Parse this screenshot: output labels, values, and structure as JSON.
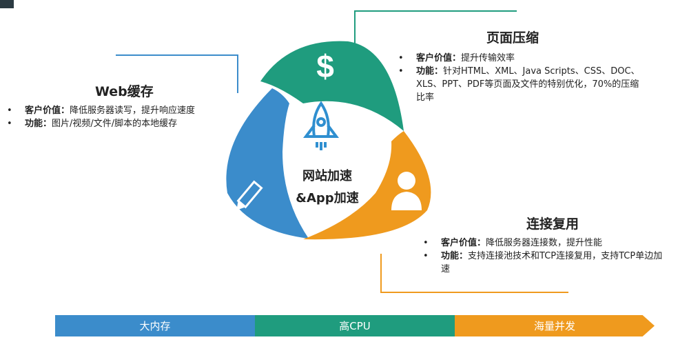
{
  "colors": {
    "blue": "#3b8ccb",
    "green": "#1f9c7e",
    "orange": "#ef9a1e"
  },
  "center": {
    "line1": "网站加速",
    "line2": "&App加速"
  },
  "web_cache": {
    "title": "Web缓存",
    "items": [
      {
        "label": "客户价值：",
        "text": "降低服务器读写，提升响应速度"
      },
      {
        "label": "功能：",
        "text": "图片/视频/文件/脚本的本地缓存"
      }
    ]
  },
  "page_compress": {
    "title": "页面压缩",
    "items": [
      {
        "label": "客户价值：",
        "text": "提升传输效率"
      },
      {
        "label": "功能：",
        "text": "针对HTML、XML、Java Scripts、CSS、DOC、XLS、PPT、PDF等页面及文件的特别优化，70%的压缩比率"
      }
    ]
  },
  "conn_reuse": {
    "title": "连接复用",
    "items": [
      {
        "label": "客户价值：",
        "text": "降低服务器连接数，提升性能"
      },
      {
        "label": "功能：",
        "text": "支持连接池技术和TCP连接复用，支持TCP单边加速"
      }
    ]
  },
  "bottom_bar": [
    "大内存",
    "高CPU",
    "海量并发"
  ]
}
